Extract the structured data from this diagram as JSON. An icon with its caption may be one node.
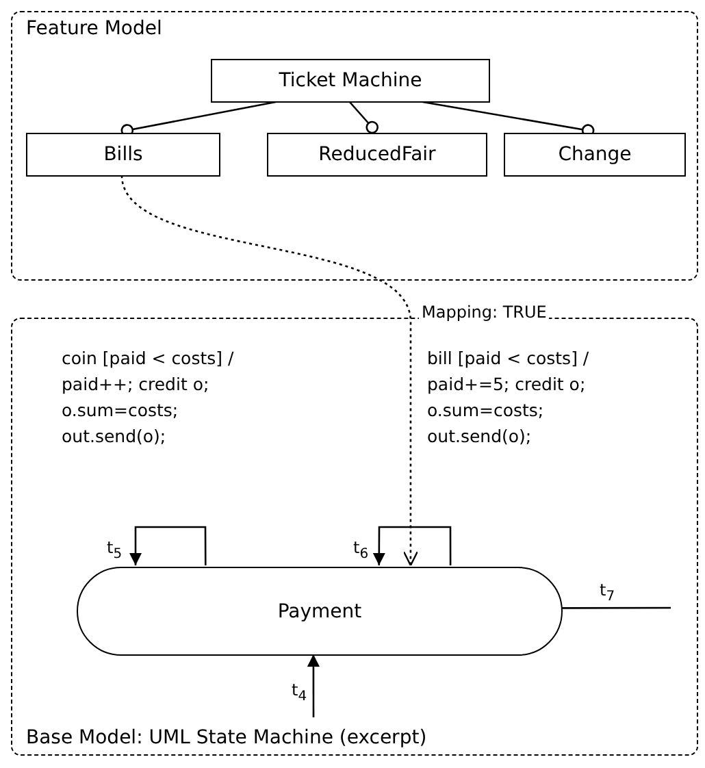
{
  "diagram": {
    "nodes": [
      {
        "text": [
          "Feature Model"
        ]
      },
      {
        "text": [
          "Ticket Machine"
        ],
        "in": 0
      },
      {
        "text": [
          "Bills"
        ],
        "in": 0
      },
      {
        "text": [
          "ReducedFair"
        ],
        "in": 0
      },
      {
        "text": [
          "Change"
        ],
        "in": 0
      },
      {
        "text": [
          "Base Model: UML State Machine (excerpt)"
        ]
      },
      {
        "text": [
          "Payment"
        ],
        "in": 5
      }
    ],
    "edges": [
      {
        "from": 1,
        "to": 2,
        "arrow": "other"
      },
      {
        "from": 1,
        "to": 3,
        "arrow": "other"
      },
      {
        "from": 1,
        "to": 4,
        "arrow": "other"
      },
      {
        "from": 2,
        "to": 6,
        "arrow": "to",
        "label": "Mapping: TRUE",
        "style": "dashed"
      },
      {
        "from": 6,
        "to": 6,
        "arrow": "to",
        "label": "t$_{5}$"
      },
      {
        "from": 6,
        "to": 6,
        "arrow": "to",
        "label": "t$_{6}$"
      },
      {
        "from": 6,
        "to": null,
        "arrow": "none",
        "label": "t$_{7}$"
      },
      {
        "from": null,
        "to": 6,
        "arrow": "to",
        "label": "t$_{4}$"
      }
    ],
    "labels": [
      "coin [paid < costs] / paid++; credit o; o.sum=costs; out.send(o);",
      "bill [paid < costs] / paid+=5; credit o; o.sum=costs; out.send(o);"
    ]
  }
}
